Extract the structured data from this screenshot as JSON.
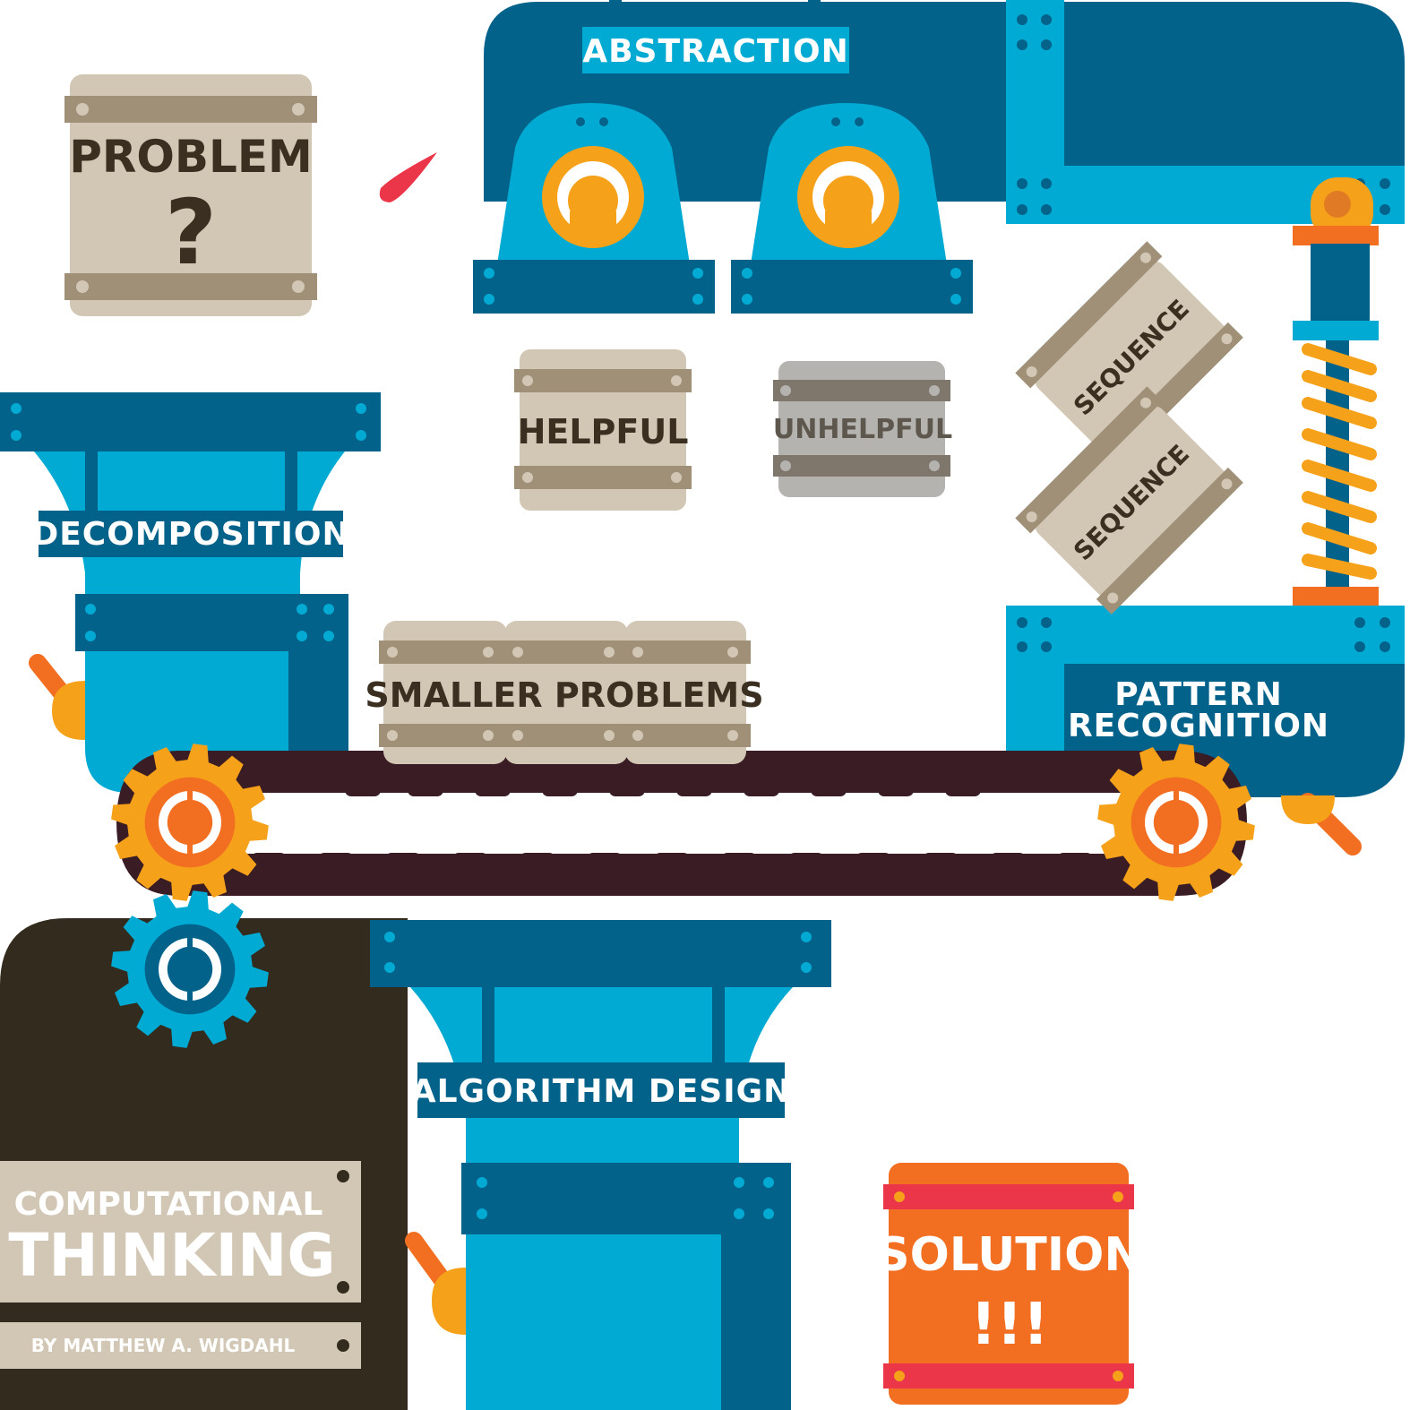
{
  "colors": {
    "navy": "#02628a",
    "blue": "#01aad3",
    "orange": "#f6a11a",
    "dark_orange": "#f26f22",
    "dark_brown": "#332c1e",
    "crate": "#d2c7b5",
    "crate_band": "#a09078",
    "crate_dark": "#b5b3b0",
    "crate_dark_band": "#7f776c",
    "red": "#eb3549",
    "belt": "#3a1c24"
  },
  "labels": {
    "abstraction": "ABSTRACTION",
    "decomposition": "DECOMPOSITION",
    "pattern_line1": "PATTERN",
    "pattern_line2": "RECOGNITION",
    "algorithm": "ALGORITHM DESIGN"
  },
  "crates": {
    "problem": "PROBLEM",
    "problem_mark": "?",
    "helpful": "HELPFUL",
    "unhelpful": "UNHELPFUL",
    "sequence_1": "SEQUENCE",
    "sequence_2": "SEQUENCE",
    "smaller": "SMALLER PROBLEMS",
    "solution": "SOLUTION",
    "solution_mark": "!!!"
  },
  "title": {
    "line1": "COMPUTATIONAL",
    "line2": "THINKING",
    "byline": "BY MATTHEW A. WIGDAHL"
  },
  "icons": [
    "gear-icon",
    "spring-icon",
    "lever-icon",
    "bolt-icon"
  ]
}
